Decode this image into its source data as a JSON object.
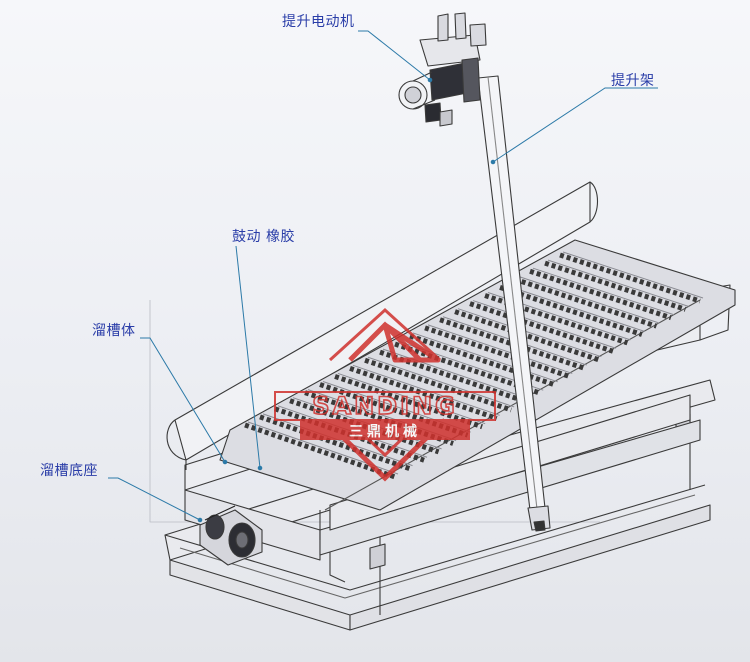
{
  "labels": {
    "lift_motor": "提升电动机",
    "lift_frame": "提升架",
    "drum_rubber": "鼓动 橡胶",
    "trough_body": "溜槽体",
    "trough_base": "溜槽底座"
  },
  "watermark": {
    "brand": "SANDING",
    "sub": "三鼎机械"
  },
  "colors": {
    "leader": "#2c7aa8",
    "label": "#2a3da8",
    "line": "#3a3a3a",
    "watermark": "#d0312d"
  }
}
